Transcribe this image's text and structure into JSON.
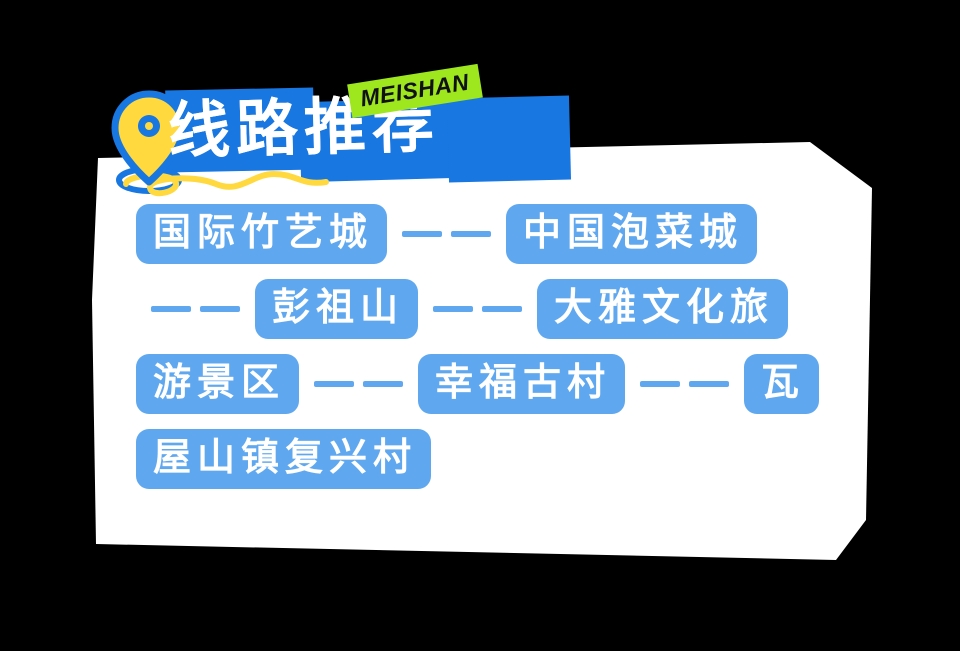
{
  "theme": {
    "background": "#000000",
    "card_color": "#ffffff",
    "title_block_blue": "#1877E0",
    "pill_blue": "#5FA8F0",
    "badge_green": "#9EE61E",
    "pin_yellow": "#FFD93D",
    "pin_outline_blue": "#1877E0",
    "squiggle_yellow": "#FFD93D",
    "title_text_color": "#ffffff",
    "badge_text_color": "#111111",
    "pill_text_color": "#ffffff"
  },
  "header": {
    "title": "线路推荐",
    "badge": "MEISHAN",
    "pin_icon": "map-pin-icon",
    "squiggle_icon": "squiggle-line-icon"
  },
  "route": {
    "stops": [
      "国际竹艺城",
      "中国泡菜城",
      "彭祖山",
      "大雅文化旅游景区",
      "幸福古村",
      "瓦屋山镇复兴村"
    ],
    "rows": [
      {
        "items": [
          {
            "kind": "pill",
            "label": "国际竹艺城"
          },
          {
            "kind": "connector",
            "dashes": 2
          },
          {
            "kind": "pill",
            "label": "中国泡菜城"
          }
        ]
      },
      {
        "items": [
          {
            "kind": "connector",
            "dashes": 2
          },
          {
            "kind": "pill",
            "label": "彭祖山"
          },
          {
            "kind": "connector",
            "dashes": 2
          },
          {
            "kind": "pill",
            "label": "大雅文化旅"
          }
        ]
      },
      {
        "items": [
          {
            "kind": "pill",
            "label": "游景区"
          },
          {
            "kind": "connector",
            "dashes": 2
          },
          {
            "kind": "pill",
            "label": "幸福古村"
          },
          {
            "kind": "connector",
            "dashes": 2
          },
          {
            "kind": "pill",
            "label": "瓦"
          }
        ]
      },
      {
        "items": [
          {
            "kind": "pill",
            "label": "屋山镇复兴村"
          }
        ]
      }
    ]
  }
}
